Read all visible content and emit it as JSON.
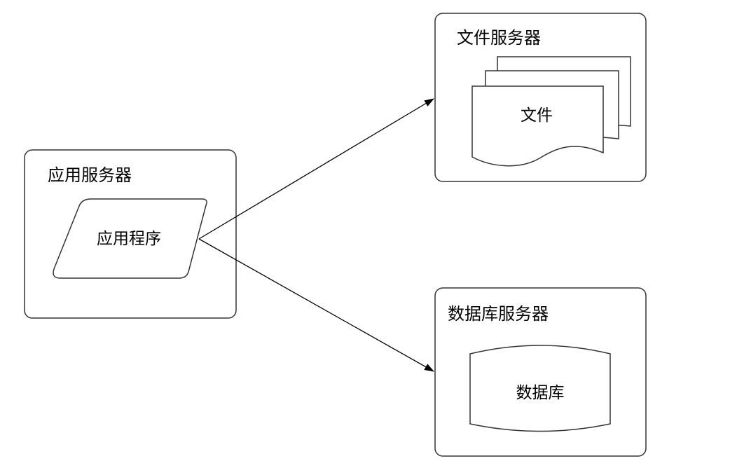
{
  "diagram": {
    "colors": {
      "stroke": "#333333",
      "fill": "#ffffff",
      "text": "#000000"
    },
    "app_server": {
      "title": "应用服务器",
      "program_label": "应用程序"
    },
    "file_server": {
      "title": "文件服务器",
      "file_label": "文件"
    },
    "db_server": {
      "title": "数据库服务器",
      "db_label": "数据库"
    },
    "connections": [
      {
        "from": "应用程序",
        "to": "文件服务器"
      },
      {
        "from": "应用程序",
        "to": "数据库服务器"
      }
    ]
  }
}
